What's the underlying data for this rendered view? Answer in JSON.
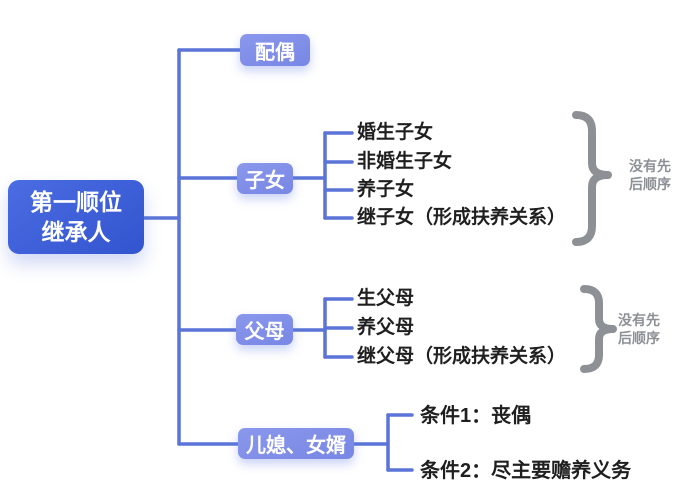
{
  "root": {
    "label": "第一顺位\n继承人"
  },
  "branches": {
    "spouse": {
      "label": "配偶"
    },
    "children": {
      "label": "子女",
      "leaves": [
        "婚生子女",
        "非婚生子女",
        "养子女",
        "继子女（形成扶养关系）"
      ],
      "note": "没有先后顺序"
    },
    "parents": {
      "label": "父母",
      "leaves": [
        "生父母",
        "养父母",
        "继父母（形成扶养关系）"
      ],
      "note": "没有先后顺序"
    },
    "inlaws": {
      "label": "儿媳、女婿",
      "leaves": [
        "条件1：丧偶",
        "条件2：尽主要赡养义务"
      ]
    }
  },
  "colors": {
    "root_box_start": "#4b6ce2",
    "root_box_end": "#3254ce",
    "branch_box": "#8190e8",
    "connector_line": "#5b74d8",
    "brace": "#8d9196",
    "leaf_text": "#1f1f1f",
    "note_text": "#8d9196",
    "background": "#ffffff"
  }
}
